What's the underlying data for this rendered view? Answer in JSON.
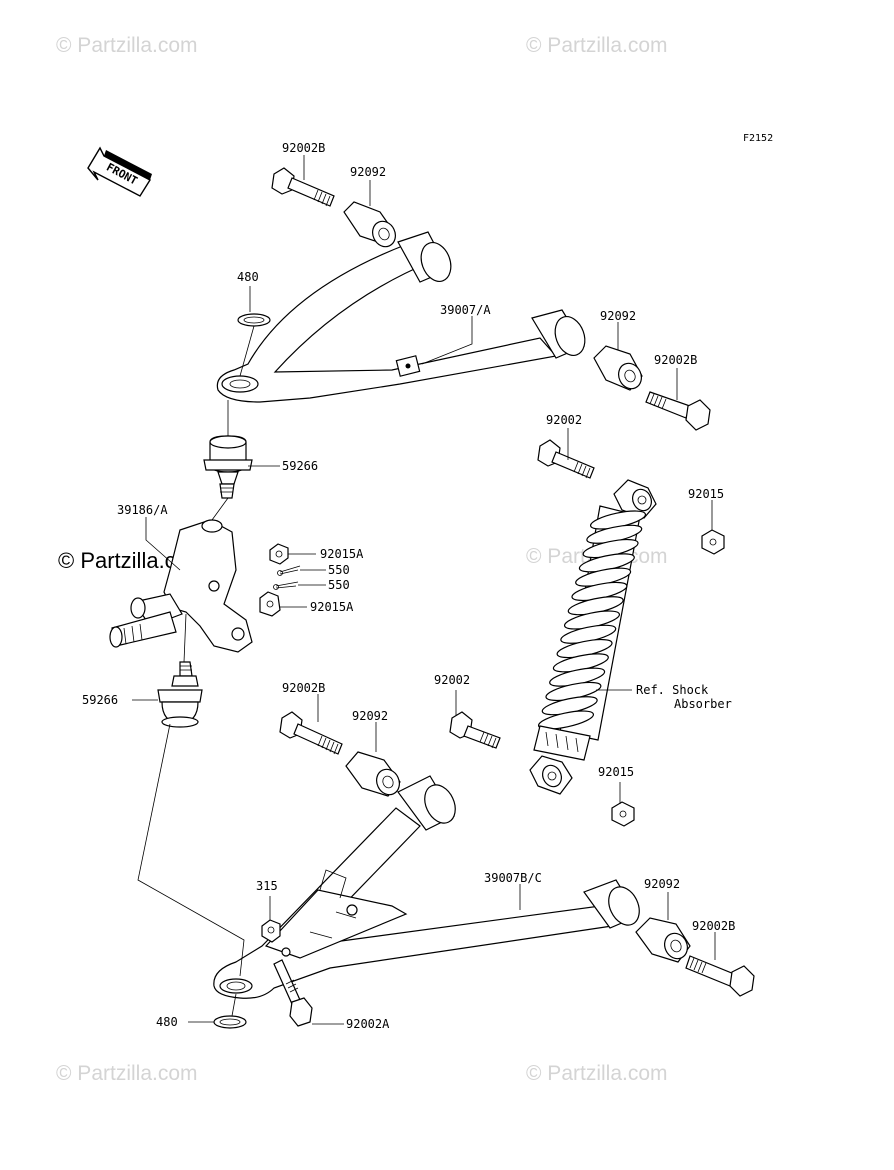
{
  "figure_code": "F2152",
  "front_indicator": "FRONT",
  "watermark": {
    "text": "© Partzilla.com",
    "symbol": "©",
    "brand": "Partzilla.com"
  },
  "parts": {
    "p92002B_top": "92002B",
    "p92092_top": "92092",
    "p480_top": "480",
    "p39007A": "39007/A",
    "p92092_right": "92092",
    "p92002B_right": "92002B",
    "p92002_upper": "92002",
    "p59266_top": "59266",
    "p92015_upper": "92015",
    "p39186A": "39186/A",
    "p92015A_a": "92015A",
    "p550_a": "550",
    "p550_b": "550",
    "p92015A_b": "92015A",
    "p59266_bottom": "59266",
    "p92002B_mid": "92002B",
    "p92092_mid": "92092",
    "p92002_lower": "92002",
    "ref_shock_line1": "Ref. Shock",
    "ref_shock_line2": "Absorber",
    "p92015_lower": "92015",
    "p315": "315",
    "p39007BC": "39007B/C",
    "p92092_lower": "92092",
    "p92002B_lower": "92002B",
    "p480_bottom": "480",
    "p92002A": "92002A"
  }
}
